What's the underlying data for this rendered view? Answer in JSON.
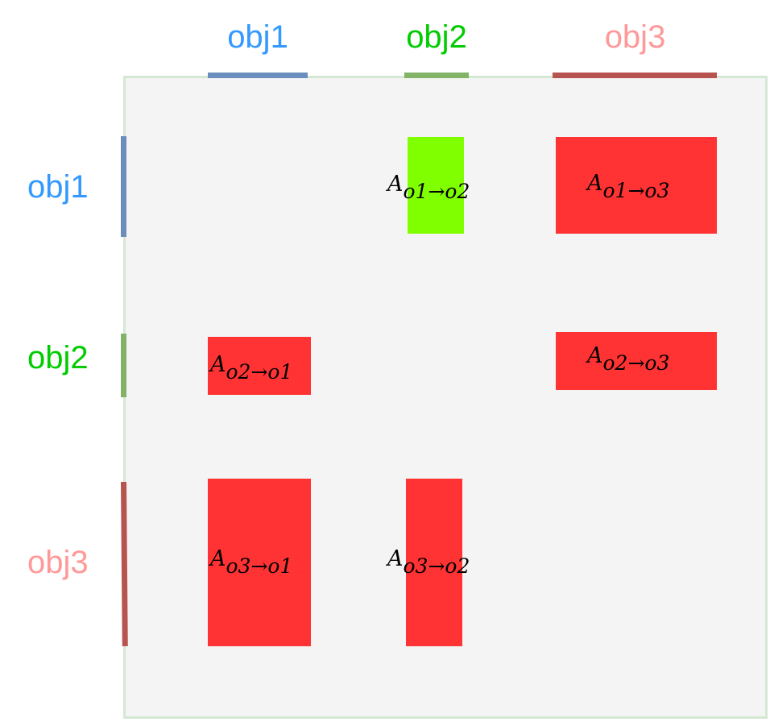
{
  "columns": [
    {
      "label": "obj1",
      "color": "#3399ff",
      "bar_color": "#6c8ebf"
    },
    {
      "label": "obj2",
      "color": "#00cc00",
      "bar_color": "#82b366"
    },
    {
      "label": "obj3",
      "color": "#ff9999",
      "bar_color": "#b85450"
    }
  ],
  "rows": [
    {
      "label": "obj1",
      "color": "#3399ff",
      "bar_color": "#6c8ebf"
    },
    {
      "label": "obj2",
      "color": "#00cc00",
      "bar_color": "#82b366"
    },
    {
      "label": "obj3",
      "color": "#ff9999",
      "bar_color": "#b85450"
    }
  ],
  "cells": {
    "o1_o2": {
      "main": "A",
      "sub": "o1→o2",
      "color": "#80ff00"
    },
    "o1_o3": {
      "main": "A",
      "sub": "o1→o3",
      "color": "#ff3333"
    },
    "o2_o1": {
      "main": "A",
      "sub": "o2→o1",
      "color": "#ff3333"
    },
    "o2_o3": {
      "main": "A",
      "sub": "o2→o3",
      "color": "#ff3333"
    },
    "o3_o1": {
      "main": "A",
      "sub": "o3→o1",
      "color": "#ff3333"
    },
    "o3_o2": {
      "main": "A",
      "sub": "o3→o2",
      "color": "#ff3333"
    }
  },
  "panel_color": "#f4f4f4",
  "panel_border_color": "#d5e8d4"
}
